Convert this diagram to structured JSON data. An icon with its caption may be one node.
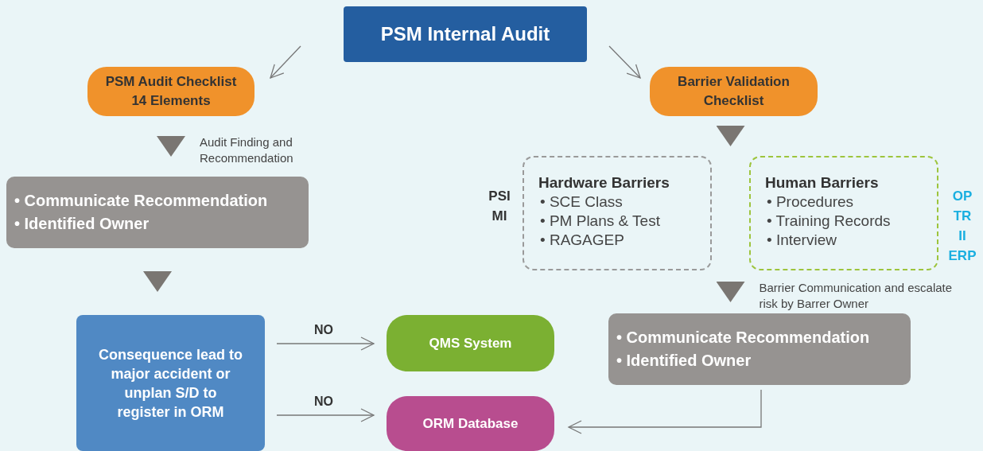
{
  "diagram": {
    "nodes": [
      {
        "text": [
          "PSM Internal Audit"
        ]
      },
      {
        "text": [
          "PSM Audit Checklist 14 Elements"
        ]
      },
      {
        "text": [
          "Barrier Validation Checklist"
        ]
      },
      {
        "text": [
          "• Communicate Recommendation",
          "• Identified Owner"
        ]
      },
      {
        "text": [
          "Hardware Barriers",
          "• SCE Class",
          "• PM Plans & Test",
          "• RAGAGEP"
        ],
        "beside": [
          "PSI",
          "MI"
        ]
      },
      {
        "text": [
          "Human Barriers",
          "• Procedures",
          "• Training Records",
          "• Interview"
        ],
        "beside": [
          "OP",
          "TR",
          "II",
          "ERP"
        ]
      },
      {
        "text": [
          "Consequence lead to major accident or unplan S/D to register in ORM"
        ]
      },
      {
        "text": [
          "QMS System"
        ]
      },
      {
        "text": [
          "ORM Database"
        ]
      },
      {
        "text": [
          "• Communicate Recommendation",
          "• Identified Owner"
        ]
      }
    ],
    "edges": [
      {
        "from": 0,
        "to": 1,
        "arrow": "to"
      },
      {
        "from": 0,
        "to": 2,
        "arrow": "to"
      },
      {
        "from": 1,
        "to": 3,
        "arrow": "to",
        "label": "Audit Finding and Recommendation"
      },
      {
        "from": 3,
        "to": 6,
        "arrow": "to"
      },
      {
        "from": 2,
        "to": 4,
        "arrow": "to"
      },
      {
        "from": 2,
        "to": 5,
        "arrow": "to"
      },
      {
        "from": 4,
        "to": 9,
        "arrow": "to"
      },
      {
        "from": 5,
        "to": 9,
        "arrow": "to",
        "label": "Barrier Communication and escalate risk by Barrer Owner"
      },
      {
        "from": 6,
        "to": 7,
        "arrow": "to",
        "label": "NO"
      },
      {
        "from": 6,
        "to": 8,
        "arrow": "to",
        "label": "NO"
      },
      {
        "from": 9,
        "to": 8,
        "arrow": "to"
      }
    ]
  }
}
